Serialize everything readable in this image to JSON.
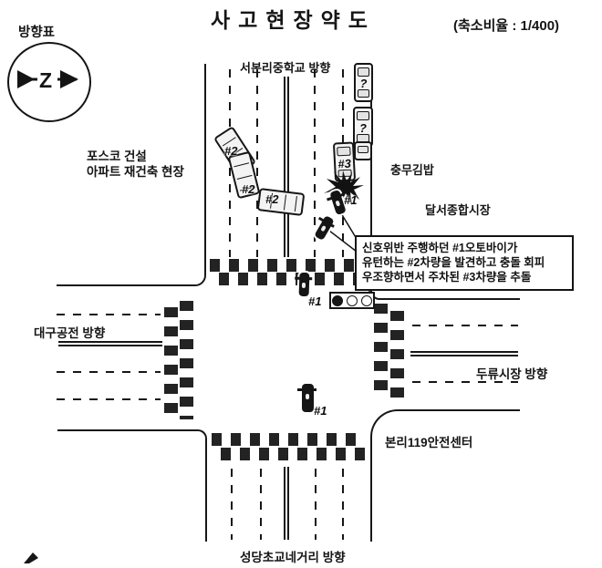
{
  "header": {
    "title": "사고현장약도",
    "scale_note": "(축소비율 : 1/400)"
  },
  "compass": {
    "label": "방향표",
    "north_letter": "Z"
  },
  "area_labels": {
    "north_road": "서본리중학교 방향",
    "northwest_line1": "포스코 건설",
    "northwest_line2": "아파트 재건축 현장",
    "northeast_shop": "충무김밥",
    "east_market": "달서종합시장",
    "west_road": "대구공전 방향",
    "east_road": "두류시장 방향",
    "southeast_center": "본리119안전센터",
    "south_road": "성당초교네거리 방향"
  },
  "callout": {
    "line1": "신호위반 주행하던 #1오토바이가",
    "line2": "유턴하는 #2차량을 발견하고 충돌 회피",
    "line3": "우조향하면서 주차된 #3차량을 추돌"
  },
  "vehicle_labels": {
    "motorcycle": "#1",
    "uturn_car": "#2",
    "parked_car": "#3",
    "unknown_car": "?"
  }
}
